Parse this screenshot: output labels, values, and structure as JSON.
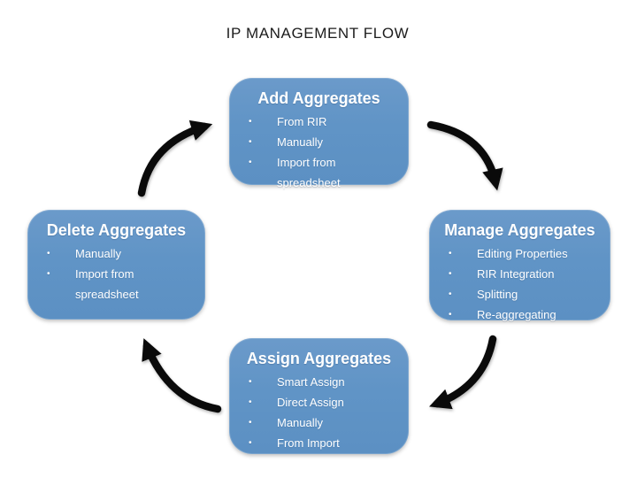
{
  "title": "IP MANAGEMENT FLOW",
  "colors": {
    "box_fill": "#6094C6",
    "box_text": "#FFFFFF",
    "arrow": "#0A0A0A",
    "title_text": "#1C1C1C",
    "background": "#FFFFFF"
  },
  "boxes": [
    {
      "id": "add",
      "heading": "Add Aggregates",
      "items": [
        "From RIR",
        "Manually",
        "Import from spreadsheet"
      ]
    },
    {
      "id": "manage",
      "heading": "Manage Aggregates",
      "items": [
        "Editing Properties",
        "RIR Integration",
        "Splitting",
        "Re-aggregating"
      ]
    },
    {
      "id": "assign",
      "heading": "Assign Aggregates",
      "items": [
        "Smart Assign",
        "Direct Assign",
        "Manually",
        "From Import"
      ]
    },
    {
      "id": "delete",
      "heading": "Delete Aggregates",
      "items": [
        "Manually",
        "Import from spreadsheet"
      ]
    }
  ],
  "arrows": [
    {
      "name": "curved-arrow-add-to-manage",
      "direction": "clockwise"
    },
    {
      "name": "curved-arrow-manage-to-assign",
      "direction": "clockwise"
    },
    {
      "name": "curved-arrow-assign-to-delete",
      "direction": "clockwise"
    },
    {
      "name": "curved-arrow-delete-to-add",
      "direction": "clockwise"
    }
  ],
  "bullet_glyph": "•"
}
